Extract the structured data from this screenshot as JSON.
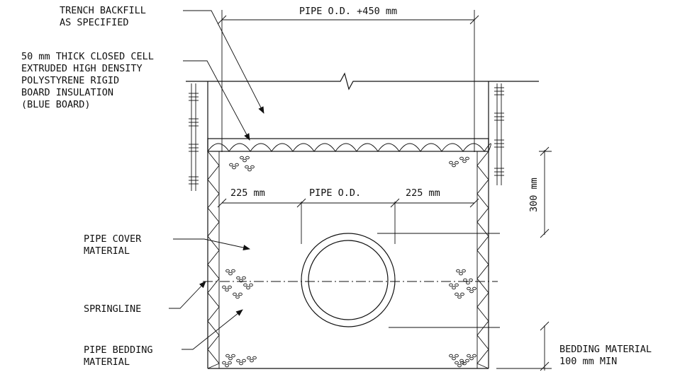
{
  "labels": {
    "trench_backfill": [
      "TRENCH BACKFILL",
      "AS SPECIFIED"
    ],
    "insulation": [
      "50 mm THICK CLOSED CELL",
      "EXTRUDED HIGH DENSITY",
      "POLYSTYRENE RIGID",
      "BOARD INSULATION",
      "(BLUE BOARD)"
    ],
    "pipe_cover": [
      "PIPE COVER",
      "MATERIAL"
    ],
    "springline": "SPRINGLINE",
    "pipe_bedding": [
      "PIPE BEDDING",
      "MATERIAL"
    ],
    "bedding_material": [
      "BEDDING MATERIAL",
      "100 mm MIN"
    ]
  },
  "dimensions": {
    "top_width": "PIPE O.D. +450 mm",
    "left_clearance": "225 mm",
    "pipe_od": "PIPE O.D.",
    "right_clearance": "225 mm",
    "cover_height": "300 mm"
  }
}
